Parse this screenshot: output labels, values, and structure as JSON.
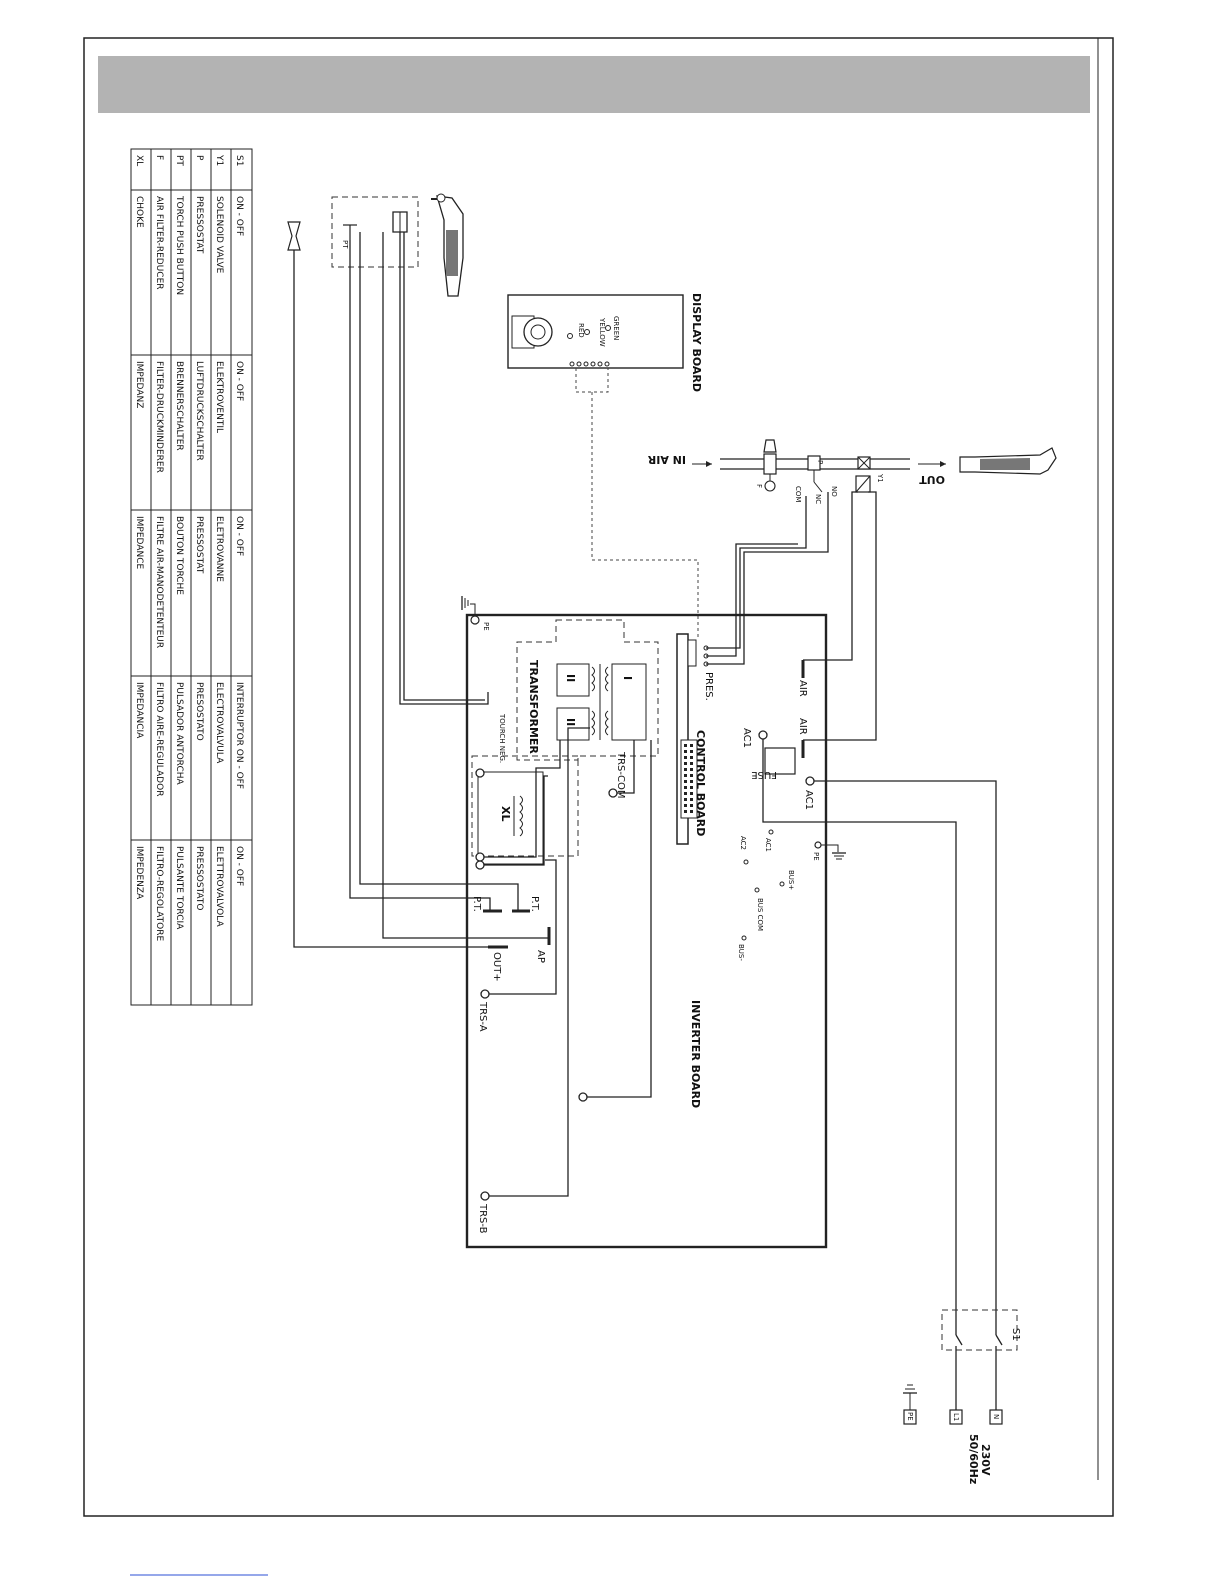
{
  "header_band": "",
  "legend": {
    "rows": [
      {
        "code": "S1",
        "en": "ON - OFF",
        "de": "ON - OFF",
        "fr": "ON - OFF",
        "es": "INTERRUPTOR ON - OFF",
        "it": "ON - OFF"
      },
      {
        "code": "Y1",
        "en": "SOLENOID VALVE",
        "de": "ELEKTROVENTIL",
        "fr": "ELETROVANNE",
        "es": "ELECTROVALVULA",
        "it": "ELETTROVALVOLA"
      },
      {
        "code": "P",
        "en": "PRESSOSTAT",
        "de": "LUFTDRUCKSCHALTER",
        "fr": "PRESSOSTAT",
        "es": "PRESOSTATO",
        "it": "PRESSOSTATO"
      },
      {
        "code": "PT",
        "en": "TORCH PUSH BUTTON",
        "de": "BRENNERSCHALTER",
        "fr": "BOUTON TORCHE",
        "es": "PULSADOR ANTORCHA",
        "it": "PULSANTE TORCIA"
      },
      {
        "code": "F",
        "en": "AIR FILTER-REDUCER",
        "de": "FILTER-DRUCKMINDERER",
        "fr": "FILTRE AIR-MANODETENTEUR",
        "es": "FILTRO AIRE-REGULADOR",
        "it": "FILTRO-REGOLATORE"
      },
      {
        "code": "XL",
        "en": "CHOKE",
        "de": "IMPEDANZ",
        "fr": "IMPEDANCE",
        "es": "IMPEDANCIA",
        "it": "IMPEDENZA"
      }
    ]
  },
  "labels": {
    "display_board": "DISPLAY BOARD",
    "green": "GREEN",
    "yellow": "YELLOW",
    "red": "RED",
    "in_air": "IN AIR",
    "out": "OUT",
    "f": "F",
    "p": "P",
    "y1": "Y1",
    "no": "NO",
    "nc": "NC",
    "com": "COM",
    "pt_torch": "PT",
    "pe_top": "PE",
    "pres": "PRES.",
    "air1": "AIR",
    "air2": "AIR",
    "control_board": "CONTROL BOARD",
    "transformer": "TRANSFORMER",
    "ii_a": "II",
    "ii_b": "II",
    "i": "I",
    "tourch_neg": "TOURCH NEG.",
    "trs_com": "TRS-COM",
    "ac1_a": "AC1",
    "ac1_b": "AC1",
    "ac1_c": "AC1",
    "ac2": "AC2",
    "fuse": "FUSE",
    "pe_mid": "PE",
    "bus_plus": "BUS+",
    "bus_com": "BUS COM",
    "bus_minus": "BUS-",
    "xl": "XL",
    "pt_1": "P.T.",
    "pt_2": "P.T.",
    "ap": "AP",
    "out_plus": "OUT+",
    "trs_a": "TRS-A",
    "trs_b": "TRS-B",
    "inverter_board": "INVERTER BOARD",
    "s1": "S1",
    "supply": "230V",
    "supply_freq": "50/60Hz",
    "n": "N",
    "l1": "L1",
    "pe_bottom": "PE"
  }
}
